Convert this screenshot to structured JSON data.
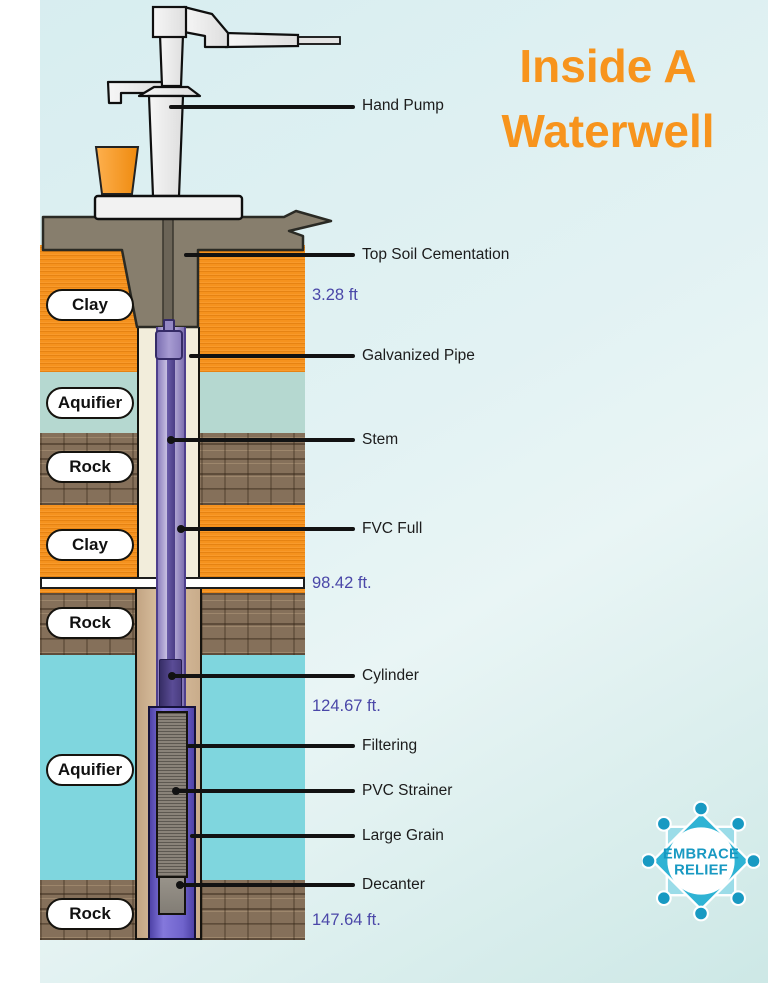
{
  "title": {
    "line1": "Inside A",
    "line2": "Waterwell"
  },
  "part_labels": {
    "hand_pump": "Hand Pump",
    "top_soil": "Top Soil Cementation",
    "galvanized_pipe": "Galvanized Pipe",
    "stem": "Stem",
    "fvc_full": "FVC Full",
    "cylinder": "Cylinder",
    "filtering": "Filtering",
    "pvc_strainer": "PVC Strainer",
    "large_grain": "Large Grain",
    "decanter": "Decanter"
  },
  "depth_markers": {
    "d1": "3.28 ft",
    "d2": "98.42 ft.",
    "d3": "124.67 ft.",
    "d4": "147.64 ft."
  },
  "layers": {
    "clay_top": "Clay",
    "aquifier_top": "Aquifier",
    "rock_1": "Rock",
    "clay_mid": "Clay",
    "rock_2": "Rock",
    "aquifier_main": "Aquifier",
    "rock_bottom": "Rock"
  },
  "logo": {
    "line1": "EMBRACE",
    "line2": "RELIEF"
  },
  "colors": {
    "accent_orange": "#F7941D",
    "depth_text_blue": "#4A47A8",
    "clay_orange": "#F5921E",
    "aquifer_upper_teal": "#B5D8D0",
    "aquifer_lower_cyan": "#7FD6DE",
    "rock_brown": "#85705A",
    "cement_gray": "#877E6D",
    "pipe_purple": "#6F63CC",
    "logo_teal": "#1899C2"
  }
}
